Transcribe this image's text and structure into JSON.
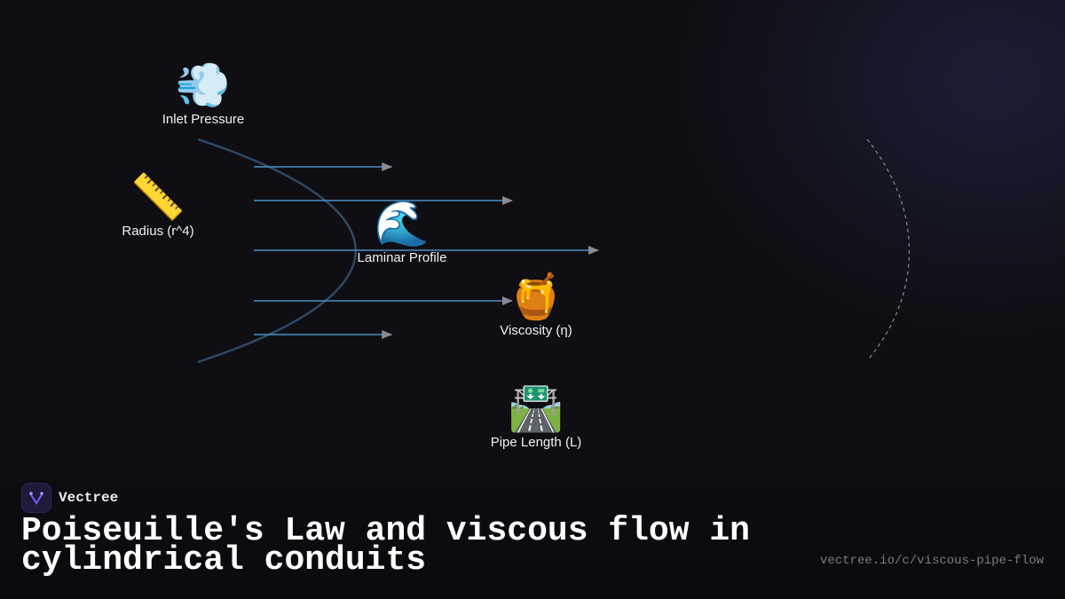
{
  "nodes": {
    "inlet_pressure": {
      "icon": "💨",
      "icon_name": "dash-wind-icon",
      "label": "Inlet Pressure"
    },
    "radius": {
      "icon": "📏",
      "icon_name": "ruler-icon",
      "label": "Radius (r^4)"
    },
    "laminar_profile": {
      "icon": "🌊",
      "icon_name": "wave-icon",
      "label": "Laminar Profile"
    },
    "viscosity": {
      "icon": "🍯",
      "icon_name": "honey-pot-icon",
      "label": "Viscosity (η)"
    },
    "pipe_length": {
      "icon": "🛣️",
      "icon_name": "motorway-icon",
      "label": "Pipe Length (L)"
    }
  },
  "flow_profile": {
    "relative_velocities": [
      0.4,
      0.75,
      1.0,
      0.75,
      0.4
    ],
    "arrow_color": "#4a8fc8",
    "arrowhead_color": "#8a8a94",
    "curve_color": "#2c4a66"
  },
  "brand": {
    "name": "Vectree",
    "accent": "#7c5cf0"
  },
  "title": "Poiseuille's Law and viscous flow in cylindrical conduits",
  "url": "vectree.io/c/viscous-pipe-flow"
}
